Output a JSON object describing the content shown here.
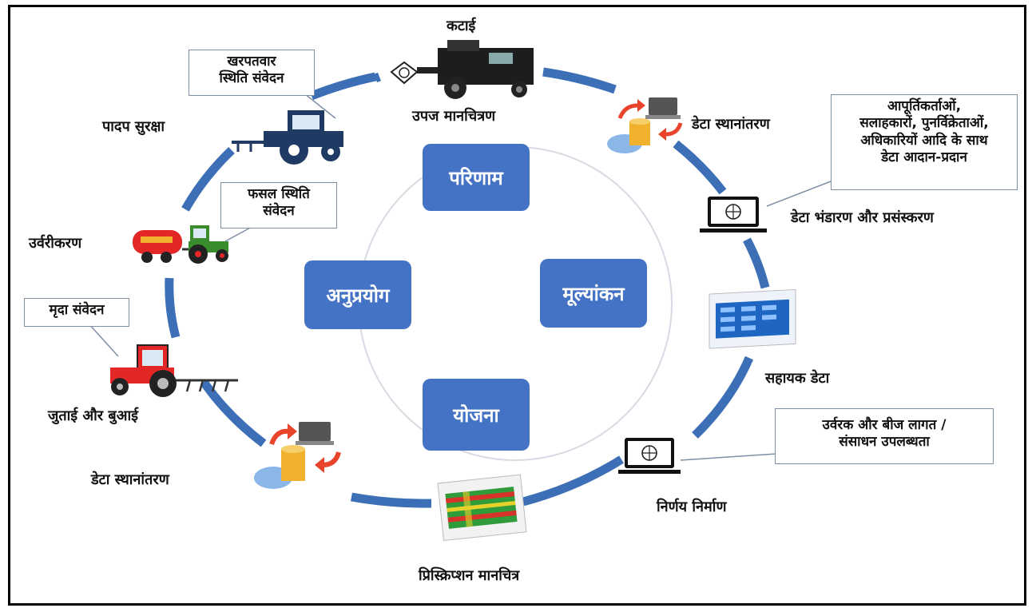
{
  "center": {
    "top": "परिणाम",
    "right": "मूल्यांकन",
    "bottom": "योजना",
    "left": "अनुप्रयोग"
  },
  "labels": {
    "harvest": "कटाई",
    "yield_mapping": "उपज मानचित्रण",
    "data_transfer_top": "डेटा स्थानांतरण",
    "data_storage": "डेटा भंडारण और प्रसंस्करण",
    "support_data": "सहायक डेटा",
    "decision_making": "निर्णय निर्माण",
    "prescription_map": "प्रिस्क्रिप्शन मानचित्र",
    "data_transfer_bottom": "डेटा स्थानांतरण",
    "tillage_sowing": "जुताई और बुआई",
    "fertilization": "उर्वरीकरण",
    "plant_protection": "पादप सुरक्षा"
  },
  "callouts": {
    "weed_sensing": [
      "खरपतवार",
      "स्थिति संवेदन"
    ],
    "crop_sensing": [
      "फसल स्थिति",
      "संवेदन"
    ],
    "soil_sensing": [
      "मृदा संवेदन"
    ],
    "data_exchange": [
      "आपूर्तिकर्ताओं,",
      "सलाहकारों, पुनर्विक्रेताओं,",
      "अधिकारियों आदि के साथ",
      "डेटा आदान-प्रदान"
    ],
    "fertilizer_cost": [
      "उर्वरक और बीज लागत /",
      "संसाधन उपलब्धता"
    ]
  },
  "icons": [
    "combine-harvester-icon",
    "data-transfer-icon",
    "laptop-icon",
    "dashboard-screenshot-icon",
    "prescription-map-icon",
    "tractor-icon",
    "fertilizer-tanker-icon",
    "sprayer-tractor-icon"
  ],
  "colors": {
    "cycle": "#3d6fb6",
    "box": "#4472c4",
    "tractor": "#e32626"
  }
}
